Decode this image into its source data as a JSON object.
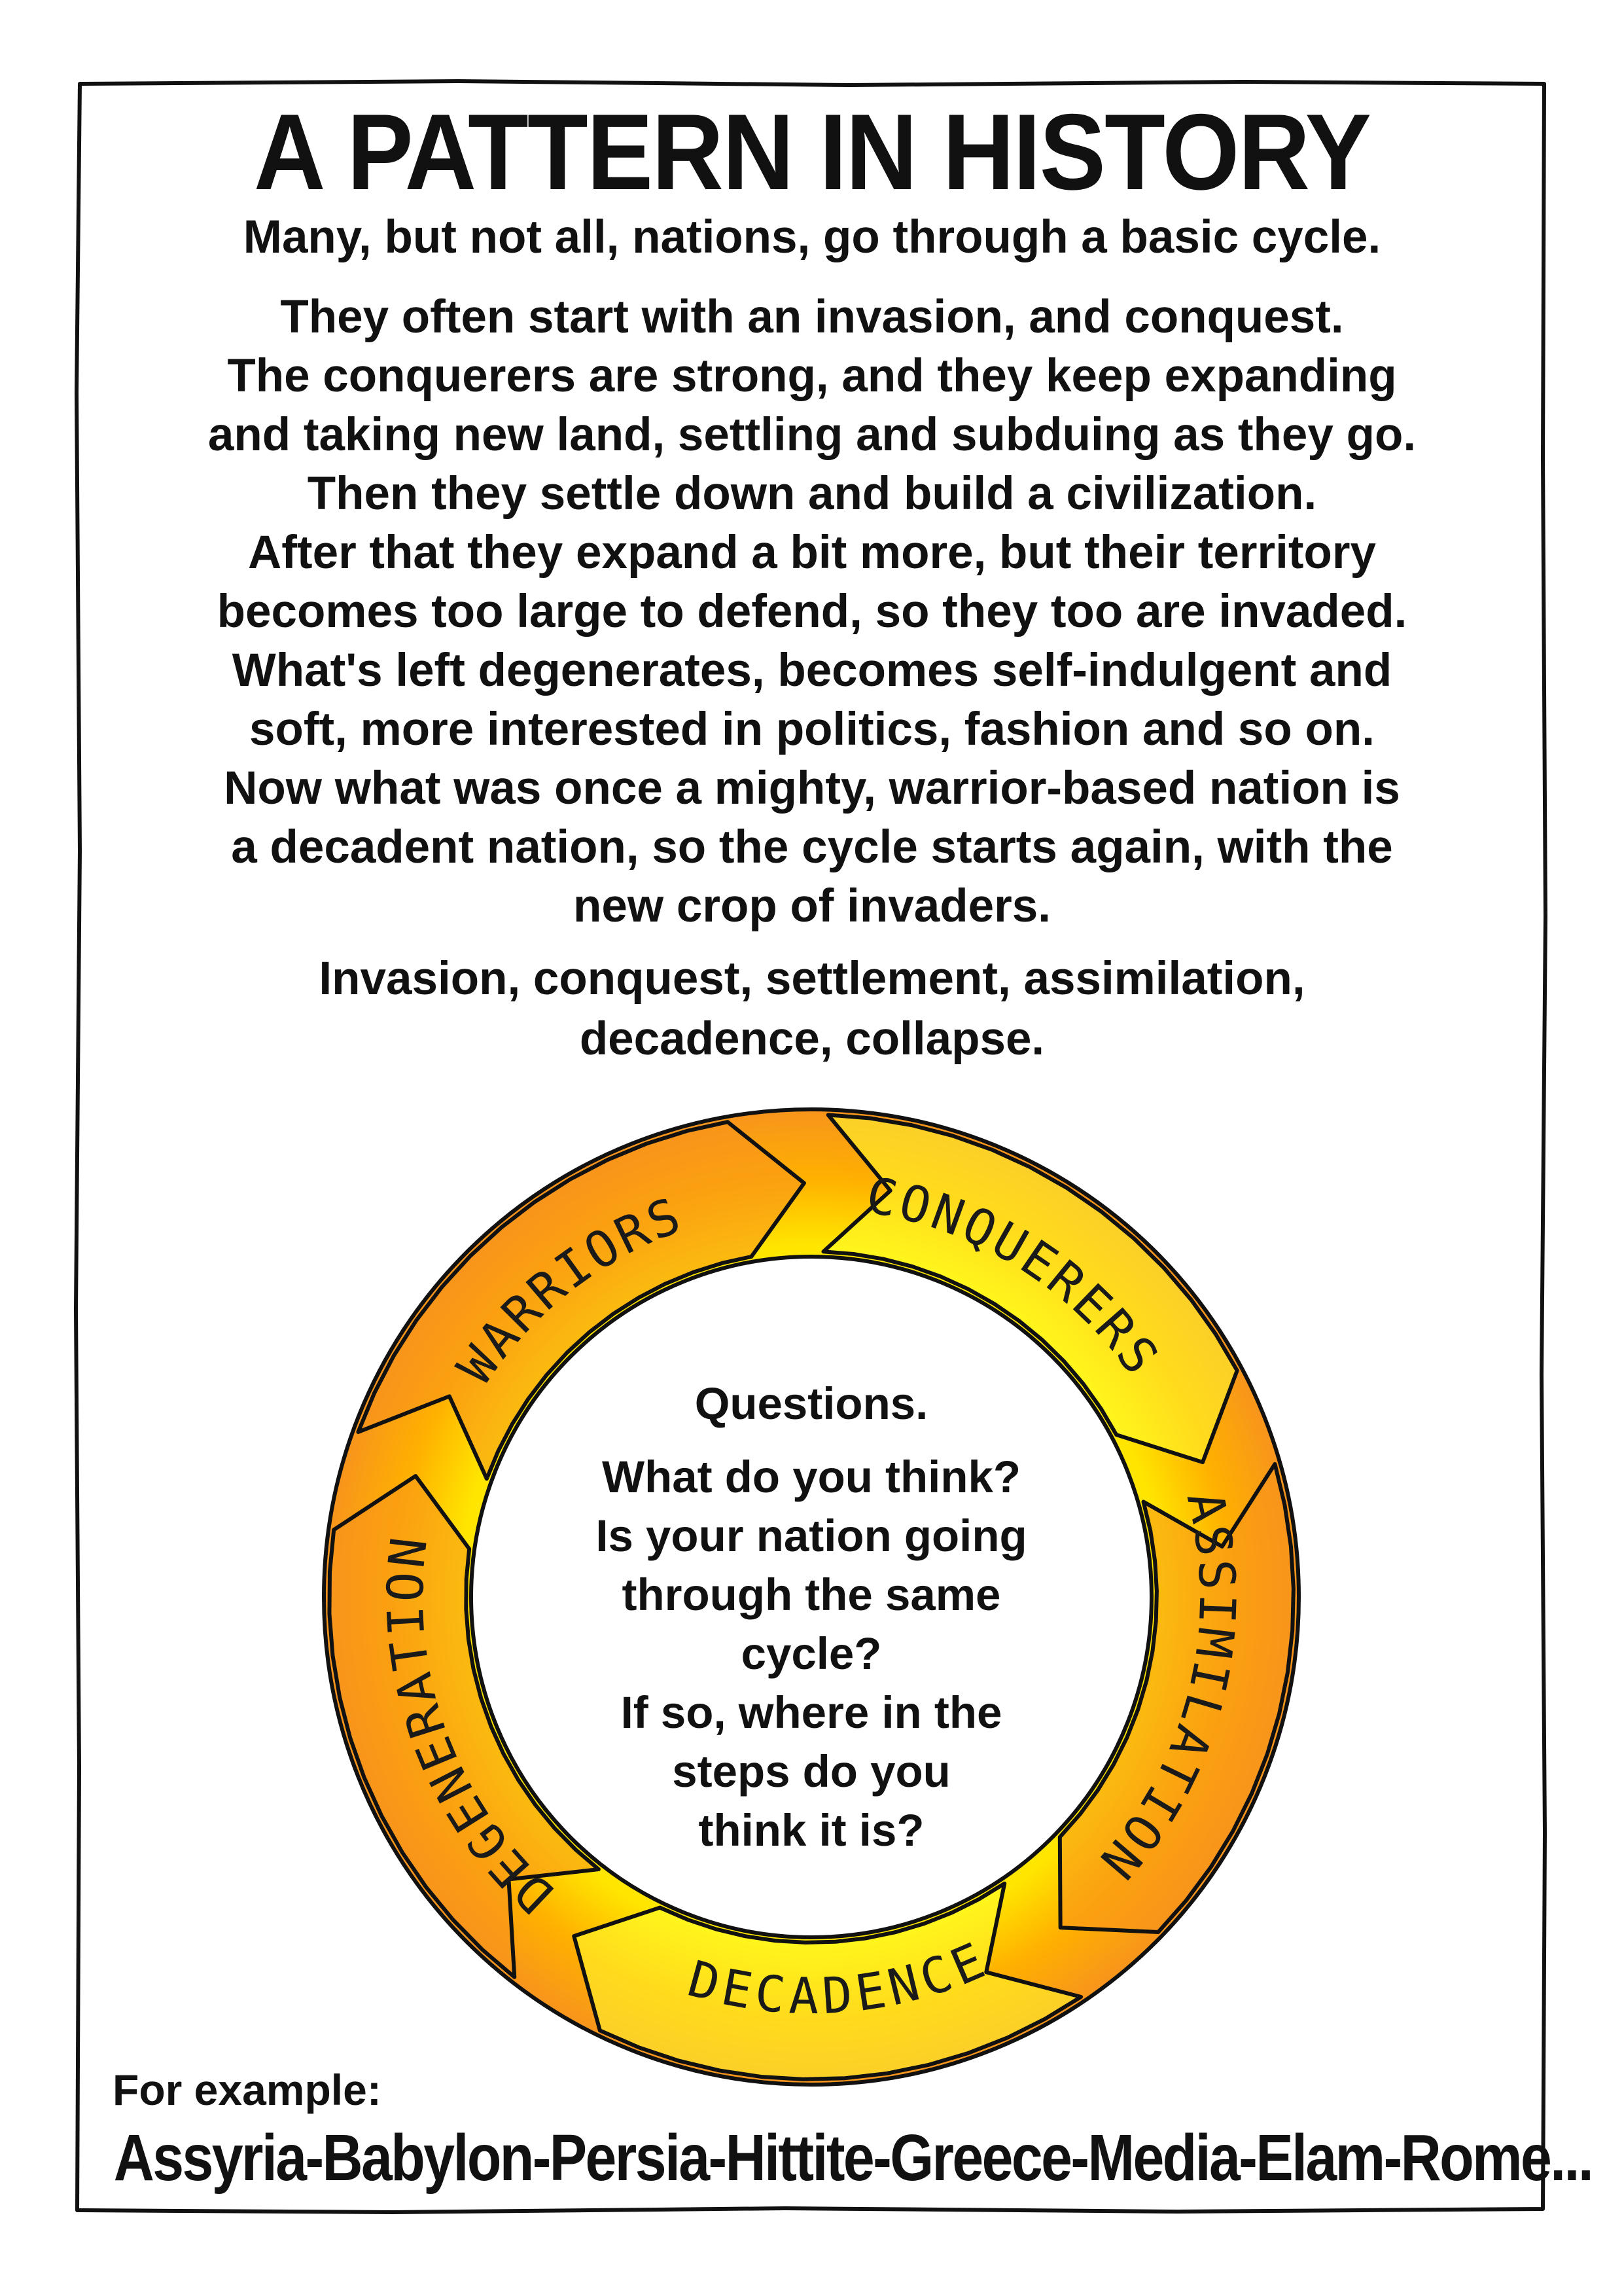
{
  "title": "A PATTERN IN HISTORY",
  "subtitle": "Many, but not all, nations, go through a basic cycle.",
  "body_lines": [
    "They often start with an invasion, and conquest.",
    "The conquerers are strong, and they keep expanding",
    "and taking new land, settling and subduing as they go.",
    "Then they settle down and build a civilization.",
    "After that they expand a bit more, but their territory",
    "becomes too large to defend, so they too are invaded.",
    "What's left degenerates, becomes self-indulgent and",
    "soft, more interested in politics, fashion and so on.",
    "Now what was once a mighty, warrior-based nation is",
    "a decadent nation, so the cycle starts again, with the",
    "new crop of invaders."
  ],
  "summary_lines": [
    "Invasion, conquest, settlement, assimilation,",
    "decadence, collapse."
  ],
  "cycle": {
    "stages": [
      "WARRIORS",
      "CONQUERERS",
      "ASSIMILATION",
      "DECADENCE",
      "DEGENERATION"
    ],
    "colors": {
      "yellow": "#ffff33",
      "orange": "#f7941d",
      "outline": "#111111"
    }
  },
  "questions": {
    "heading": "Questions.",
    "lines": [
      "What do you think?",
      "Is your nation going",
      "through the same",
      "cycle?",
      "If so, where in the",
      "steps do you",
      "think it is?"
    ]
  },
  "example": {
    "label": "For example:",
    "list": "Assyria-Babylon-Persia-Hittite-Greece-Media-Elam-Rome..."
  }
}
